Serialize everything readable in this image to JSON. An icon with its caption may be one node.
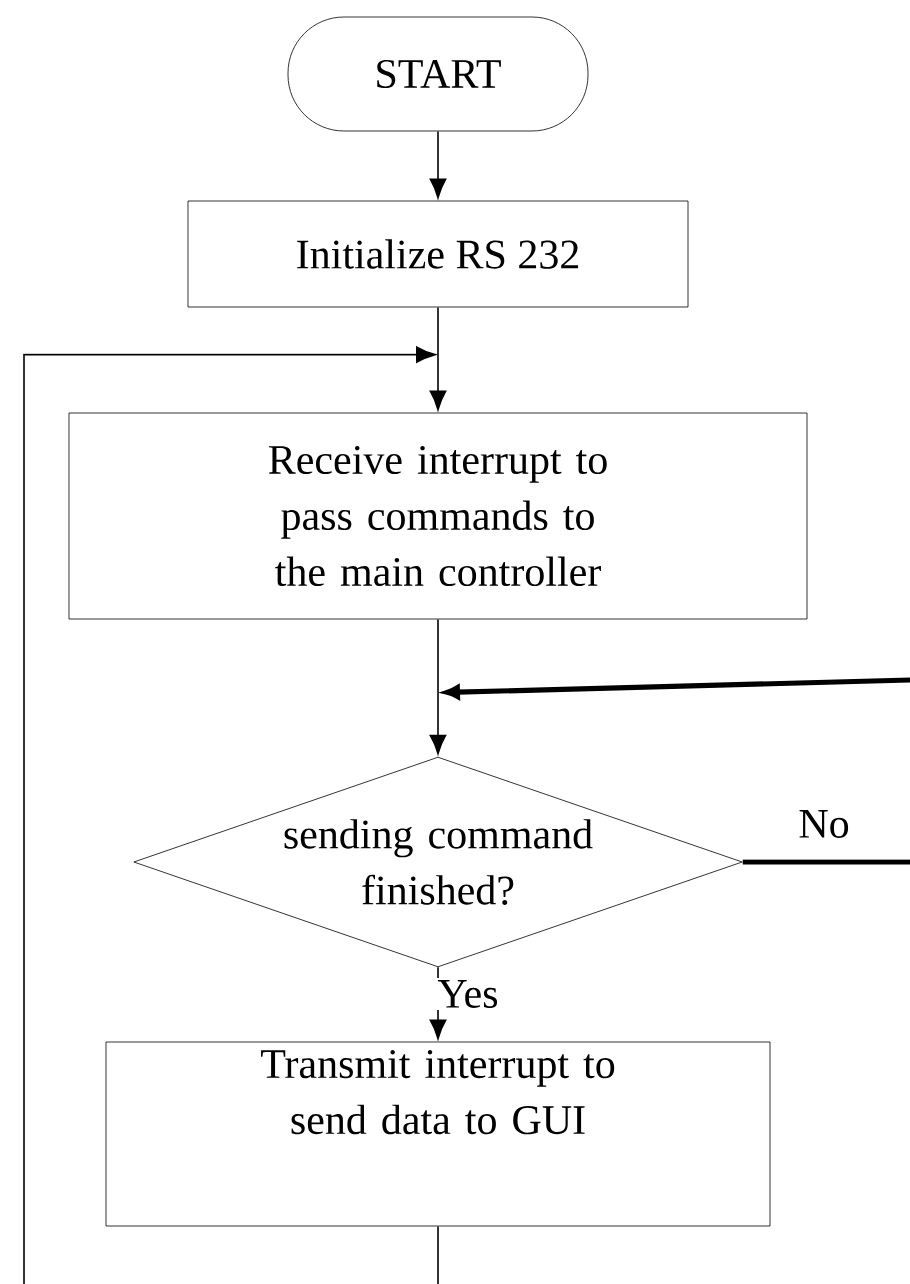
{
  "diagram": {
    "nodes": [
      {
        "text": [
          "START"
        ]
      },
      {
        "text": [
          "Initialize RS 232"
        ]
      },
      {
        "text": [
          "Receive interrupt to pass commands to the main controller"
        ]
      },
      {
        "text": [
          "sending command finished?"
        ]
      },
      {
        "text": [
          "Transmit interrupt to send data to GUI"
        ]
      }
    ],
    "edges": [
      {
        "from": 0,
        "to": 1,
        "arrow": "to"
      },
      {
        "from": 1,
        "to": 2,
        "arrow": "to"
      },
      {
        "from": 2,
        "to": 3,
        "arrow": "to"
      },
      {
        "from": 3,
        "to": null,
        "arrow": "none",
        "label": "No",
        "style": "thick"
      },
      {
        "from": null,
        "to": 3,
        "arrow": "to",
        "style": "thick"
      },
      {
        "from": 3,
        "to": 4,
        "arrow": "to",
        "label": "Yes"
      },
      {
        "from": 4,
        "to": null,
        "arrow": "none"
      },
      {
        "from": null,
        "to": 2,
        "arrow": "to"
      }
    ]
  }
}
